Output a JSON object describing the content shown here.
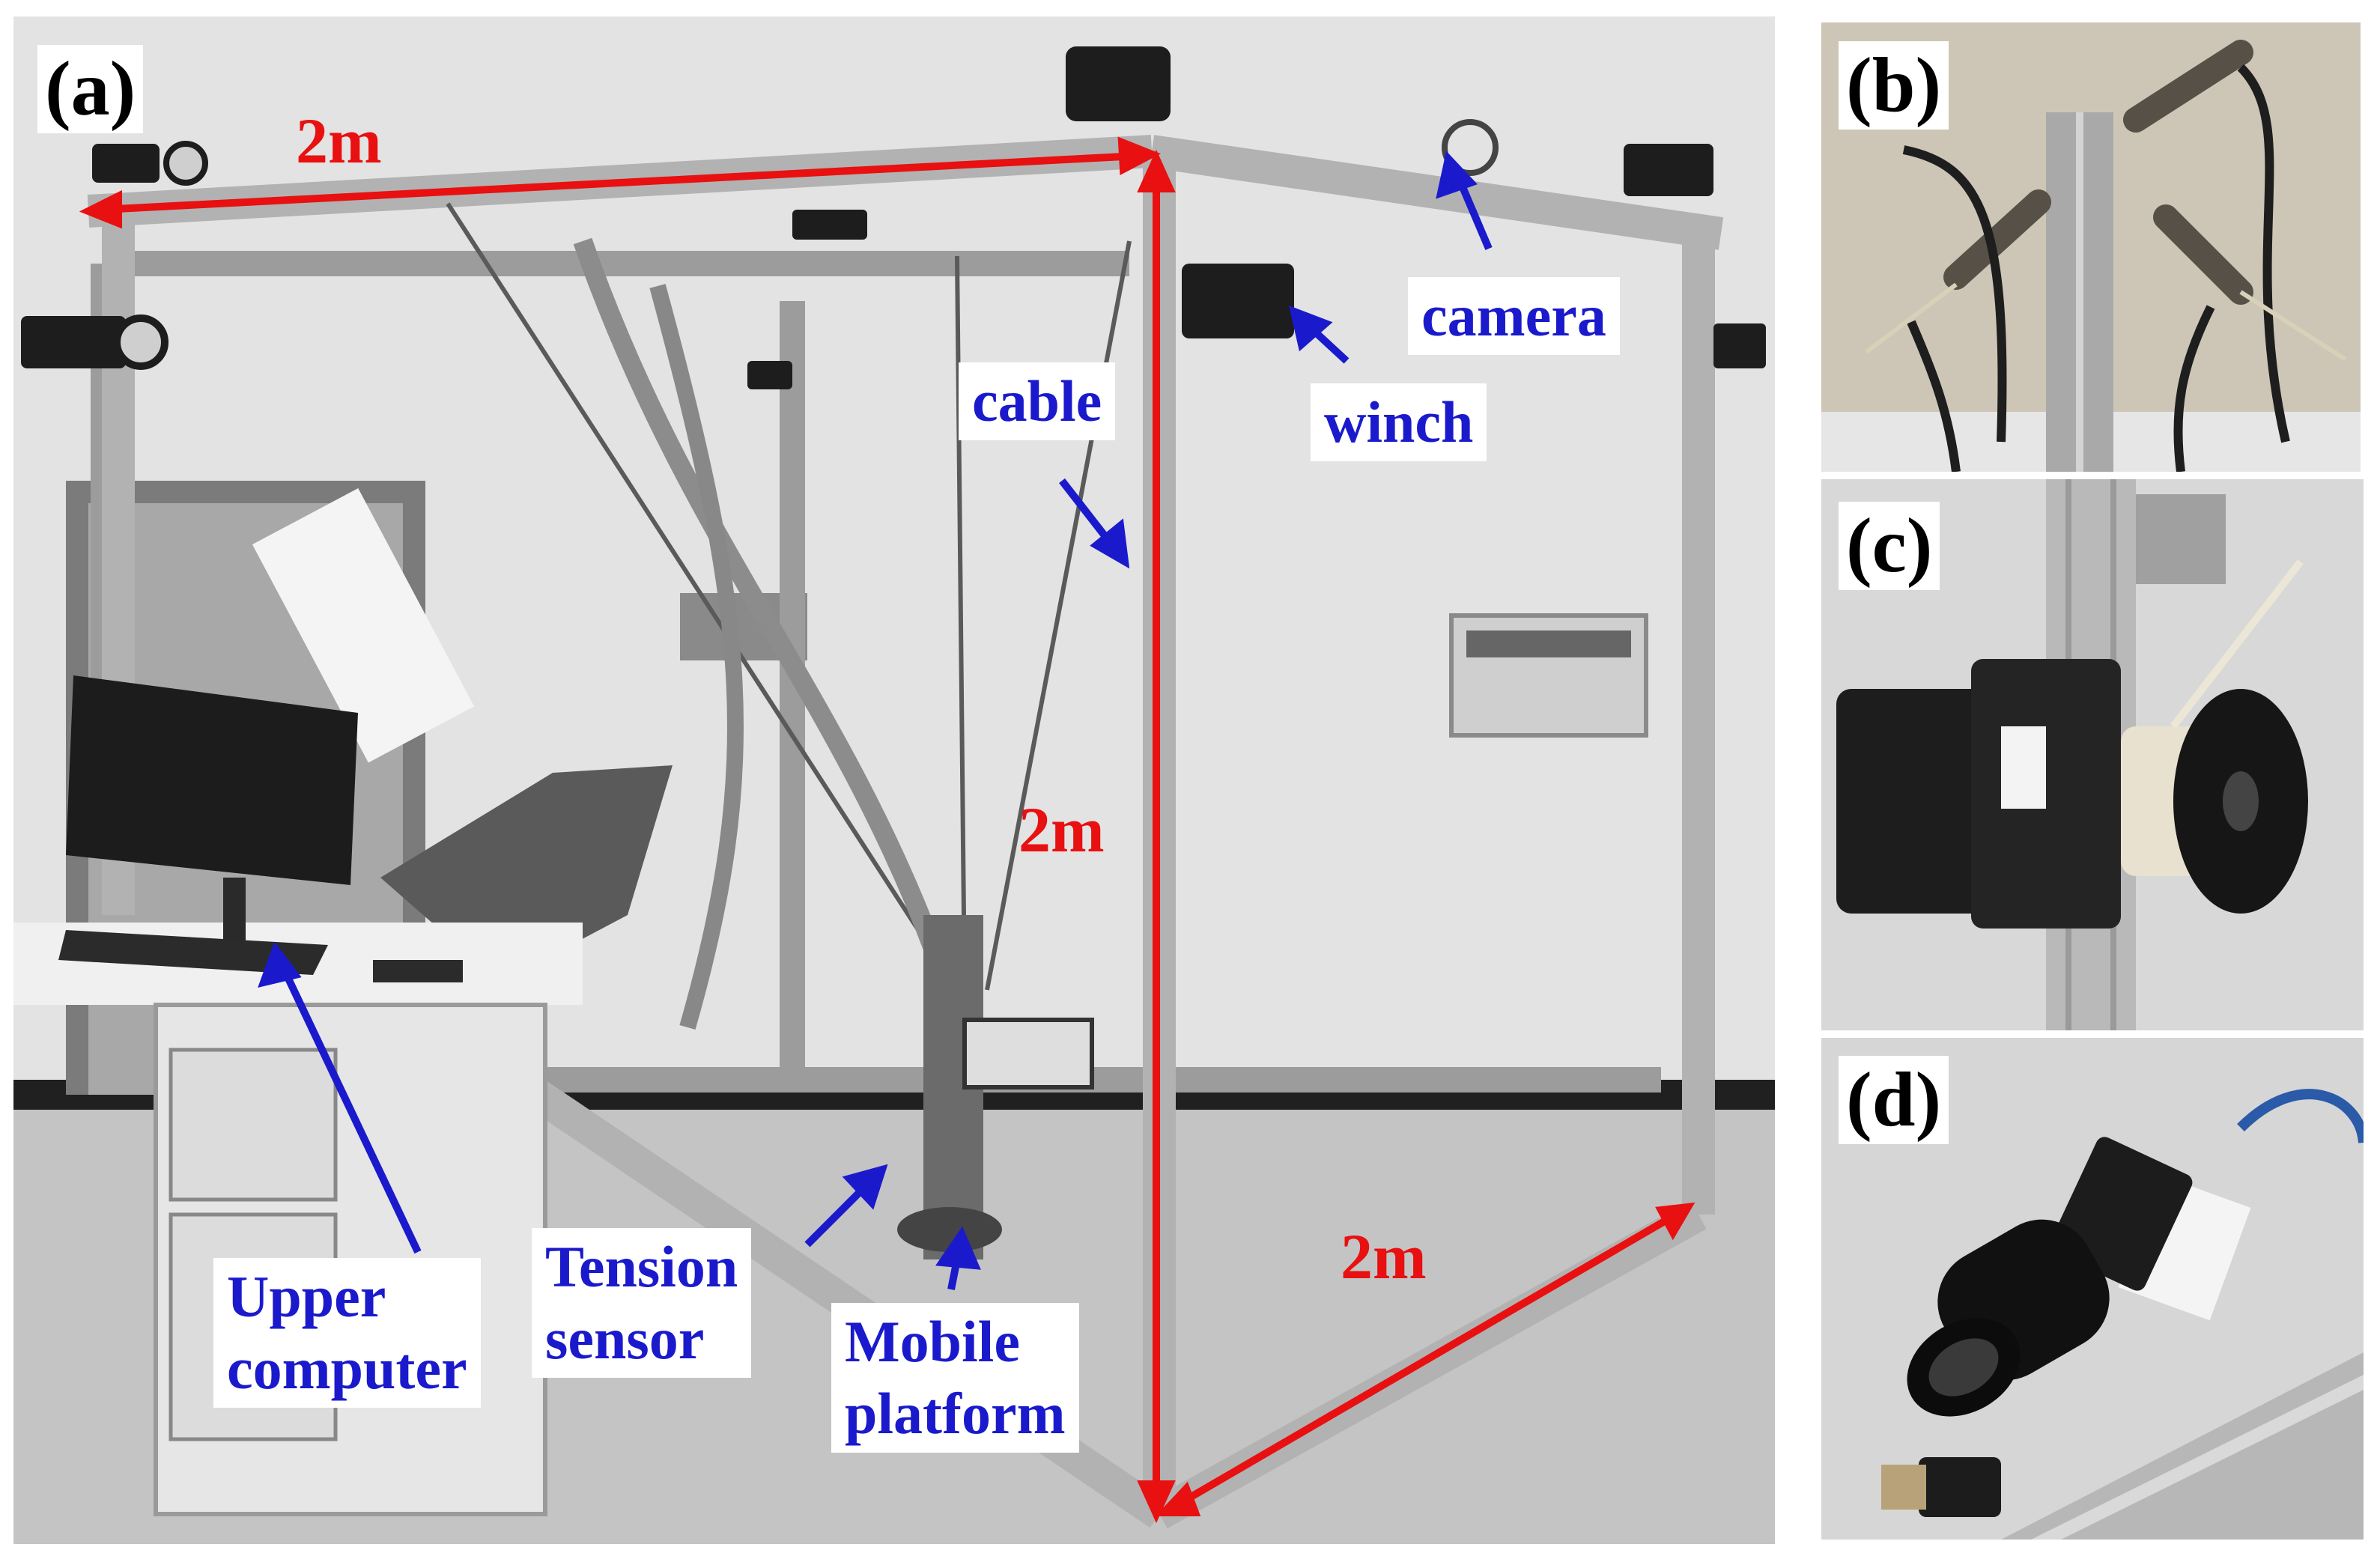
{
  "panels": {
    "a": "(a)",
    "b": "(b)",
    "c": "(c)",
    "d": "(d)"
  },
  "dimensions": {
    "top": "2m",
    "vertical": "2m",
    "bottom": "2m"
  },
  "callouts": {
    "camera": "camera",
    "winch": "winch",
    "cable": "cable",
    "tension_sensor": "Tension\nsensor",
    "mobile_platform": "Mobile\nplatform",
    "upper_computer": "Upper\ncomputer"
  },
  "colors": {
    "dimension_arrow": "#e81010",
    "callout_arrow": "#1a1acc"
  }
}
